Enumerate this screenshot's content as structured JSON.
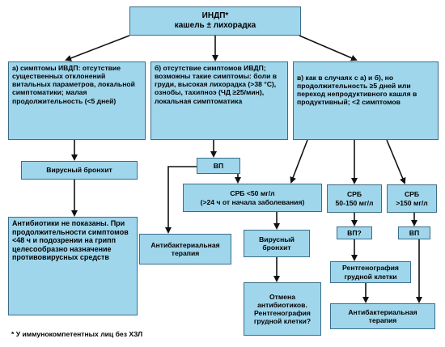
{
  "title_box": "ИНДП*\nкашель ± лихорадка",
  "branch_a": "а) симптомы ИВДП: отсутствие существенных отклонений витальных параметров, локальной симптоматики; малая продолжительность (<5 дней)",
  "branch_b": "б) отсутствие симптомов ИВДП; возможны такие симптомы: боли в груди, высокая лихорадка (>38 °С), ознобы, тахипноэ (ЧД ≥25/мин), локальная симптоматика",
  "branch_c": "в) как в случаях с а) и б), но продолжительность ≥5 дней или переход непродуктивного кашля в продуктивный; <2 симптомов",
  "viral_bronchitis_a": "Вирусный бронхит",
  "no_antibiotics": "Антибиотики не показаны. При продолжительности симптомов <48 ч и подозрении на грипп целесообразно назначение противовирусных средств",
  "vp_b": "ВП",
  "antibacterial_b": "Антибактериальная терапия",
  "crp_low": "СРБ <50 мг/л\n(>24 ч от начала заболевания)",
  "crp_mid": "СРБ\n50-150 мг/л",
  "crp_high": "СРБ\n>150 мг/л",
  "viral_bronchitis_c": "Вирусный\nбронхит",
  "cancel": "Отмена антибиотиков. Рентгенография грудной клетки?",
  "vp_question": "ВП?",
  "vp_c": "ВП",
  "xray": "Рентгенография грудной клетки",
  "antibacterial_c": "Антибактериальная терапия",
  "footnote": "* У иммунокомпетентных лиц без ХЗЛ",
  "colors": {
    "box_fill": "#9fd6ec",
    "box_border": "#3a6d8a",
    "arrow": "#111111"
  }
}
